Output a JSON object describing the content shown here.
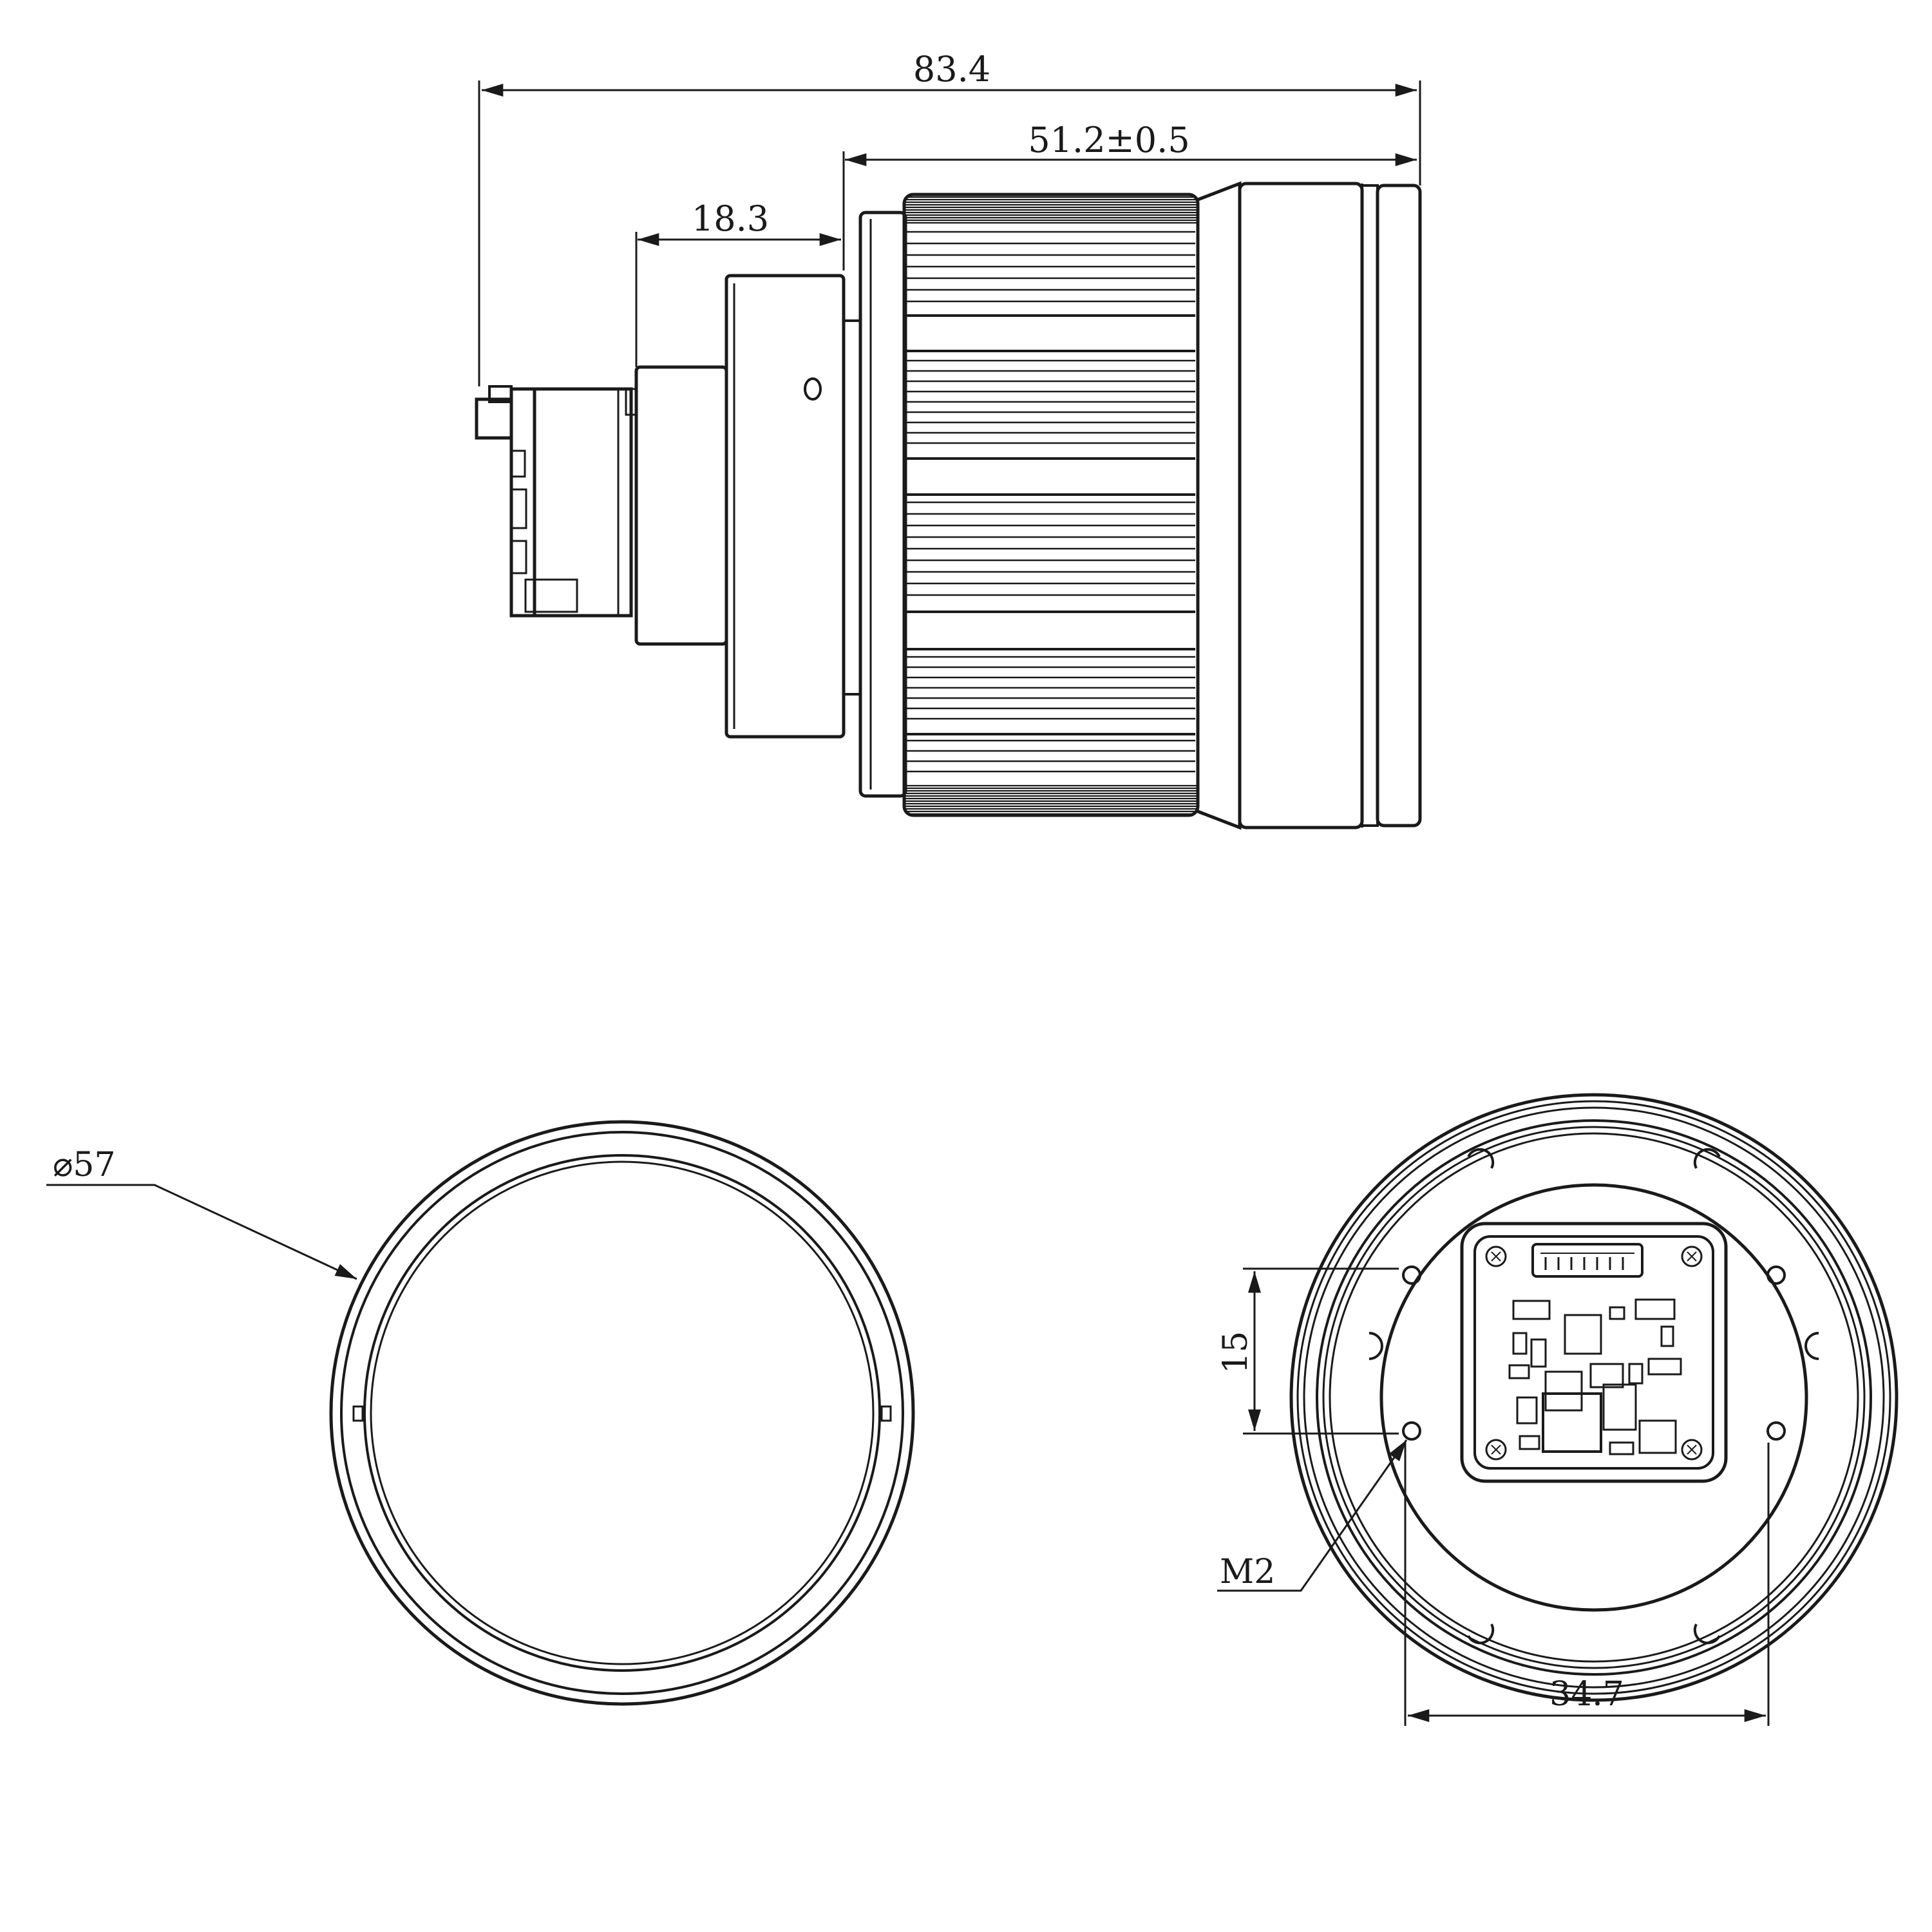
{
  "colors": {
    "ink": "#1a1a1a",
    "paper": "#ffffff"
  },
  "dimensions": {
    "overall_length": "83.4",
    "lens_length": "51.2±0.5",
    "module_length": "18.3",
    "front_diameter": "⌀57",
    "hole_spacing_vertical": "15",
    "thread_size": "M2",
    "hole_spacing_horizontal": "34.7"
  }
}
